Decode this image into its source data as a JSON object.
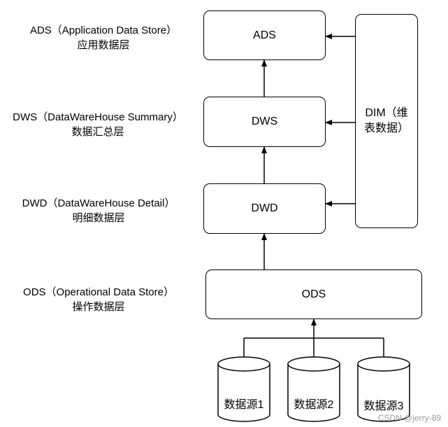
{
  "layers": {
    "ads": {
      "label_line1": "ADS（Application Data Store）",
      "label_line2": "应用数据层",
      "box": "ADS"
    },
    "dws": {
      "label_line1": "DWS（DataWareHouse Summary）",
      "label_line2": "数据汇总层",
      "box": "DWS"
    },
    "dwd": {
      "label_line1": "DWD（DataWareHouse Detail）",
      "label_line2": "明细数据层",
      "box": "DWD"
    },
    "ods": {
      "label_line1": "ODS（Operational Data Store）",
      "label_line2": "操作数据层",
      "box": "ODS"
    }
  },
  "dim": {
    "label": "DIM（维表数据）"
  },
  "sources": [
    "数据源1",
    "数据源2",
    "数据源3"
  ],
  "watermark": "CSDN @jerry-89"
}
